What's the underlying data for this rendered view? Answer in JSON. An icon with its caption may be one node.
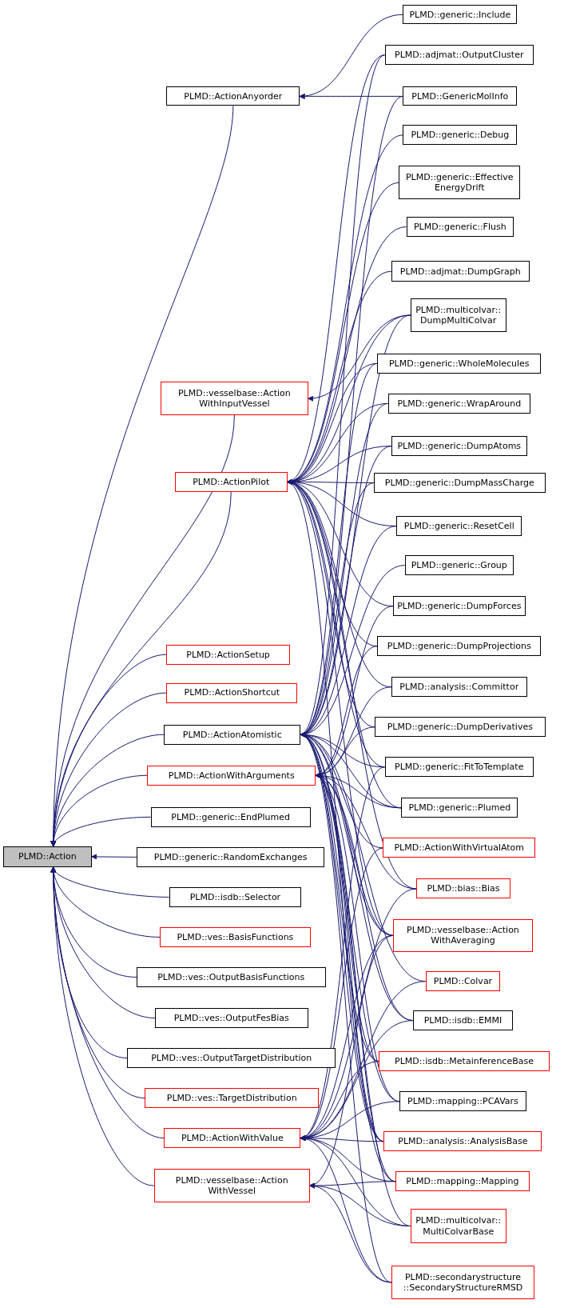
{
  "diagram": {
    "nodes": [
      {
        "text": [
          "PLMD::Action"
        ]
      },
      {
        "text": [
          "PLMD::ActionAnyorder"
        ]
      },
      {
        "text": [
          "PLMD::vesselbase::Action WithInputVessel"
        ]
      },
      {
        "text": [
          "PLMD::ActionPilot"
        ]
      },
      {
        "text": [
          "PLMD::ActionSetup"
        ]
      },
      {
        "text": [
          "PLMD::ActionShortcut"
        ]
      },
      {
        "text": [
          "PLMD::ActionAtomistic"
        ]
      },
      {
        "text": [
          "PLMD::ActionWithArguments"
        ]
      },
      {
        "text": [
          "PLMD::generic::EndPlumed"
        ]
      },
      {
        "text": [
          "PLMD::generic::RandomExchanges"
        ]
      },
      {
        "text": [
          "PLMD::isdb::Selector"
        ]
      },
      {
        "text": [
          "PLMD::ves::BasisFunctions"
        ]
      },
      {
        "text": [
          "PLMD::ves::OutputBasisFunctions"
        ]
      },
      {
        "text": [
          "PLMD::ves::OutputFesBias"
        ]
      },
      {
        "text": [
          "PLMD::ves::OutputTargetDistribution"
        ]
      },
      {
        "text": [
          "PLMD::ves::TargetDistribution"
        ]
      },
      {
        "text": [
          "PLMD::ActionWithValue"
        ]
      },
      {
        "text": [
          "PLMD::vesselbase::Action WithVessel"
        ]
      },
      {
        "text": [
          "PLMD::generic::Include"
        ]
      },
      {
        "text": [
          "PLMD::adjmat::OutputCluster"
        ]
      },
      {
        "text": [
          "PLMD::GenericMolInfo"
        ]
      },
      {
        "text": [
          "PLMD::generic::Debug"
        ]
      },
      {
        "text": [
          "PLMD::generic::Effective EnergyDrift"
        ]
      },
      {
        "text": [
          "PLMD::generic::Flush"
        ]
      },
      {
        "text": [
          "PLMD::adjmat::DumpGraph"
        ]
      },
      {
        "text": [
          "PLMD::multicolvar:: DumpMultiColvar"
        ]
      },
      {
        "text": [
          "PLMD::generic::WholeMolecules"
        ]
      },
      {
        "text": [
          "PLMD::generic::WrapAround"
        ]
      },
      {
        "text": [
          "PLMD::generic::DumpAtoms"
        ]
      },
      {
        "text": [
          "PLMD::generic::DumpMassCharge"
        ]
      },
      {
        "text": [
          "PLMD::generic::ResetCell"
        ]
      },
      {
        "text": [
          "PLMD::generic::Group"
        ]
      },
      {
        "text": [
          "PLMD::generic::DumpForces"
        ]
      },
      {
        "text": [
          "PLMD::generic::DumpProjections"
        ]
      },
      {
        "text": [
          "PLMD::analysis::Committor"
        ]
      },
      {
        "text": [
          "PLMD::generic::DumpDerivatives"
        ]
      },
      {
        "text": [
          "PLMD::generic::FitToTemplate"
        ]
      },
      {
        "text": [
          "PLMD::generic::Plumed"
        ]
      },
      {
        "text": [
          "PLMD::ActionWithVirtualAtom"
        ]
      },
      {
        "text": [
          "PLMD::bias::Bias"
        ]
      },
      {
        "text": [
          "PLMD::vesselbase::Action WithAveraging"
        ]
      },
      {
        "text": [
          "PLMD::Colvar"
        ]
      },
      {
        "text": [
          "PLMD::isdb::EMMI"
        ]
      },
      {
        "text": [
          "PLMD::isdb::MetainferenceBase"
        ]
      },
      {
        "text": [
          "PLMD::mapping::PCAVars"
        ]
      },
      {
        "text": [
          "PLMD::analysis::AnalysisBase"
        ]
      },
      {
        "text": [
          "PLMD::mapping::Mapping"
        ]
      },
      {
        "text": [
          "PLMD::multicolvar:: MultiColvarBase"
        ]
      },
      {
        "text": [
          "PLMD::secondarystructure ::SecondaryStructureRMSD"
        ]
      }
    ],
    "edges": [
      {
        "from": 1,
        "to": 0,
        "arrow": "to"
      },
      {
        "from": 2,
        "to": 0,
        "arrow": "to"
      },
      {
        "from": 3,
        "to": 0,
        "arrow": "to"
      },
      {
        "from": 4,
        "to": 0,
        "arrow": "to"
      },
      {
        "from": 5,
        "to": 0,
        "arrow": "to"
      },
      {
        "from": 6,
        "to": 0,
        "arrow": "to"
      },
      {
        "from": 7,
        "to": 0,
        "arrow": "to"
      },
      {
        "from": 8,
        "to": 0,
        "arrow": "to"
      },
      {
        "from": 9,
        "to": 0,
        "arrow": "to"
      },
      {
        "from": 10,
        "to": 0,
        "arrow": "to"
      },
      {
        "from": 11,
        "to": 0,
        "arrow": "to"
      },
      {
        "from": 12,
        "to": 0,
        "arrow": "to"
      },
      {
        "from": 13,
        "to": 0,
        "arrow": "to"
      },
      {
        "from": 14,
        "to": 0,
        "arrow": "to"
      },
      {
        "from": 15,
        "to": 0,
        "arrow": "to"
      },
      {
        "from": 16,
        "to": 0,
        "arrow": "to"
      },
      {
        "from": 17,
        "to": 0,
        "arrow": "to"
      },
      {
        "from": 18,
        "to": 1,
        "arrow": "to"
      },
      {
        "from": 19,
        "to": 3,
        "arrow": "to"
      },
      {
        "from": 19,
        "to": 6,
        "arrow": "to"
      },
      {
        "from": 20,
        "to": 1,
        "arrow": "to"
      },
      {
        "from": 20,
        "to": 6,
        "arrow": "to"
      },
      {
        "from": 21,
        "to": 3,
        "arrow": "to"
      },
      {
        "from": 22,
        "to": 3,
        "arrow": "to"
      },
      {
        "from": 23,
        "to": 3,
        "arrow": "to"
      },
      {
        "from": 24,
        "to": 3,
        "arrow": "to"
      },
      {
        "from": 25,
        "to": 3,
        "arrow": "to"
      },
      {
        "from": 25,
        "to": 6,
        "arrow": "to"
      },
      {
        "from": 25,
        "to": 2,
        "arrow": "to"
      },
      {
        "from": 26,
        "to": 3,
        "arrow": "to"
      },
      {
        "from": 26,
        "to": 6,
        "arrow": "to"
      },
      {
        "from": 27,
        "to": 3,
        "arrow": "to"
      },
      {
        "from": 27,
        "to": 6,
        "arrow": "to"
      },
      {
        "from": 28,
        "to": 3,
        "arrow": "to"
      },
      {
        "from": 28,
        "to": 6,
        "arrow": "to"
      },
      {
        "from": 29,
        "to": 3,
        "arrow": "to"
      },
      {
        "from": 29,
        "to": 6,
        "arrow": "to"
      },
      {
        "from": 30,
        "to": 3,
        "arrow": "to"
      },
      {
        "from": 30,
        "to": 6,
        "arrow": "to"
      },
      {
        "from": 31,
        "to": 6,
        "arrow": "to"
      },
      {
        "from": 32,
        "to": 3,
        "arrow": "to"
      },
      {
        "from": 32,
        "to": 7,
        "arrow": "to"
      },
      {
        "from": 33,
        "to": 3,
        "arrow": "to"
      },
      {
        "from": 33,
        "to": 7,
        "arrow": "to"
      },
      {
        "from": 34,
        "to": 3,
        "arrow": "to"
      },
      {
        "from": 34,
        "to": 7,
        "arrow": "to"
      },
      {
        "from": 35,
        "to": 3,
        "arrow": "to"
      },
      {
        "from": 35,
        "to": 7,
        "arrow": "to"
      },
      {
        "from": 36,
        "to": 3,
        "arrow": "to"
      },
      {
        "from": 36,
        "to": 6,
        "arrow": "to"
      },
      {
        "from": 36,
        "to": 16,
        "arrow": "to"
      },
      {
        "from": 37,
        "to": 3,
        "arrow": "to"
      },
      {
        "from": 37,
        "to": 6,
        "arrow": "to"
      },
      {
        "from": 37,
        "to": 7,
        "arrow": "to"
      },
      {
        "from": 38,
        "to": 6,
        "arrow": "to"
      },
      {
        "from": 38,
        "to": 16,
        "arrow": "to"
      },
      {
        "from": 39,
        "to": 3,
        "arrow": "to"
      },
      {
        "from": 39,
        "to": 7,
        "arrow": "to"
      },
      {
        "from": 39,
        "to": 16,
        "arrow": "to"
      },
      {
        "from": 40,
        "to": 3,
        "arrow": "to"
      },
      {
        "from": 40,
        "to": 6,
        "arrow": "to"
      },
      {
        "from": 40,
        "to": 7,
        "arrow": "to"
      },
      {
        "from": 40,
        "to": 16,
        "arrow": "to"
      },
      {
        "from": 40,
        "to": 17,
        "arrow": "to"
      },
      {
        "from": 41,
        "to": 6,
        "arrow": "to"
      },
      {
        "from": 41,
        "to": 16,
        "arrow": "to"
      },
      {
        "from": 42,
        "to": 6,
        "arrow": "to"
      },
      {
        "from": 42,
        "to": 7,
        "arrow": "to"
      },
      {
        "from": 42,
        "to": 16,
        "arrow": "to"
      },
      {
        "from": 43,
        "to": 6,
        "arrow": "to"
      },
      {
        "from": 43,
        "to": 7,
        "arrow": "to"
      },
      {
        "from": 43,
        "to": 16,
        "arrow": "to"
      },
      {
        "from": 44,
        "to": 6,
        "arrow": "to"
      },
      {
        "from": 44,
        "to": 7,
        "arrow": "to"
      },
      {
        "from": 44,
        "to": 16,
        "arrow": "to"
      },
      {
        "from": 45,
        "to": 3,
        "arrow": "to"
      },
      {
        "from": 45,
        "to": 6,
        "arrow": "to"
      },
      {
        "from": 45,
        "to": 7,
        "arrow": "to"
      },
      {
        "from": 45,
        "to": 16,
        "arrow": "to"
      },
      {
        "from": 46,
        "to": 6,
        "arrow": "to"
      },
      {
        "from": 46,
        "to": 7,
        "arrow": "to"
      },
      {
        "from": 46,
        "to": 16,
        "arrow": "to"
      },
      {
        "from": 46,
        "to": 17,
        "arrow": "to"
      },
      {
        "from": 47,
        "to": 6,
        "arrow": "to"
      },
      {
        "from": 47,
        "to": 16,
        "arrow": "to"
      },
      {
        "from": 47,
        "to": 17,
        "arrow": "to"
      },
      {
        "from": 48,
        "to": 6,
        "arrow": "to"
      },
      {
        "from": 48,
        "to": 16,
        "arrow": "to"
      },
      {
        "from": 48,
        "to": 17,
        "arrow": "to"
      }
    ]
  }
}
